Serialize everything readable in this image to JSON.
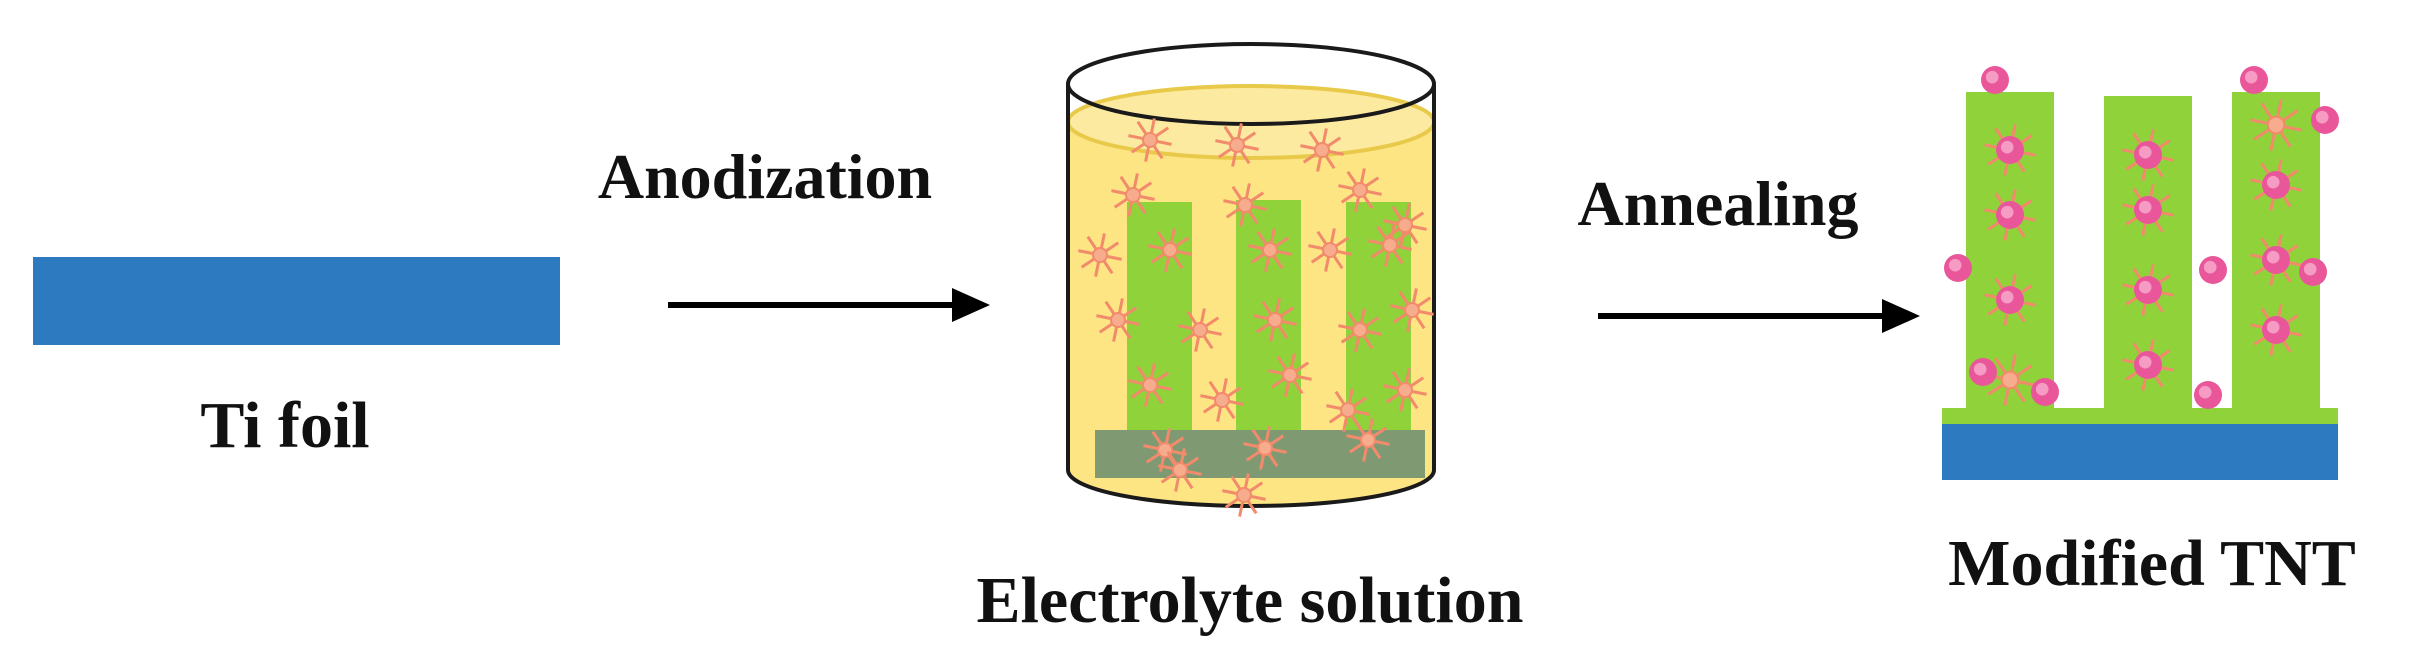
{
  "labels": {
    "ti_foil": "Ti foil",
    "anodization": "Anodization",
    "electrolyte": "Electrolyte solution",
    "annealing": "Annealing",
    "modified_tnt": "Modified TNT"
  },
  "colors": {
    "ti_blue": "#2e7ac0",
    "tube_green": "#8fd23a",
    "solution_yellow": "#fde37a",
    "substrate_gray": "#7f9a72",
    "molecule_orange": "#f28a6c",
    "molecule_center": "#f7ac8e",
    "particle_pink": "#e9579a",
    "particle_core": "#f59bc4",
    "arrow": "#000000"
  }
}
